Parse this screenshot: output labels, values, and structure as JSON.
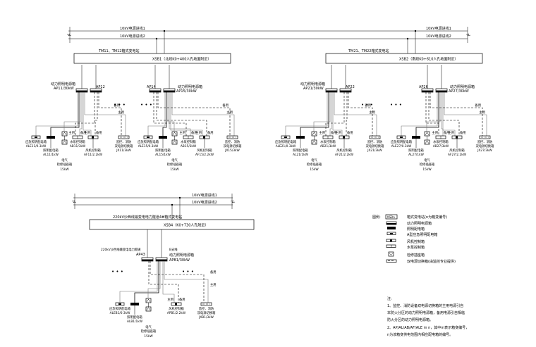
{
  "feeders": {
    "line1": "10kV电源进线1",
    "line2": "10kV电源进线2"
  },
  "stations": [
    {
      "id": "s1",
      "title": "TM11、TM12箱式变电站",
      "label": "XSB1（北段K0+400人孔地面附近）",
      "main_panel": {
        "name": "动力照明电源箱",
        "code": "AP11/30kW"
      },
      "spare_panel": {
        "code": "AP12"
      },
      "loads": {
        "emergency": {
          "name": "应急照明配电箱",
          "code": "ALE11/0.3kW"
        },
        "lighting": {
          "name": "照明配电箱",
          "code": "AL11/1kW"
        },
        "socket": {
          "name1": "电气",
          "name2": "检修插座箱",
          "code": "15kW"
        },
        "pump": {
          "name": "水泵控制箱",
          "code": "AB11/3kW"
        },
        "fan": {
          "name": "风机控制箱",
          "code": "AF11/2.2kW"
        },
        "switch": {
          "name1": "监控、消防",
          "name2": "双电源切换箱",
          "code": "JX11/3kW"
        }
      }
    },
    {
      "id": "s2",
      "title": "",
      "label": "",
      "main_panel": {
        "name": "动力照明电源箱",
        "code": "AP15/30kW"
      },
      "spare_panel": {
        "code": "AP14"
      },
      "loads": {
        "emergency": {
          "name": "应急照明配电箱",
          "code": "ALE15/0.3kW"
        },
        "lighting": {
          "name": "照明配电箱",
          "code": "AL15/1kW"
        },
        "socket": {
          "name1": "电气",
          "name2": "检修插座箱",
          "code": "15kW"
        },
        "pump": {
          "name": "水泵控制箱",
          "code": "AB15/3kW"
        },
        "fan": {
          "name": "风机控制箱",
          "code": "AF15/2.2kW"
        },
        "switch": {
          "name1": "监控、消防",
          "name2": "双电源切换箱",
          "code": "JX15/3kW"
        }
      }
    },
    {
      "id": "s3",
      "title": "TM21、TM22箱式变电站",
      "label": "XSB2（南段K0+610人孔地面附近）",
      "main_panel": {
        "name": "动力照明电源箱",
        "code": "AP21/30kW"
      },
      "spare_panel": {
        "code": "AP22"
      },
      "loads": {
        "emergency": {
          "name": "应急照明配电箱",
          "code": "ALE21/0.3kW"
        },
        "lighting": {
          "name": "照明配电箱",
          "code": "AL21/1kW"
        },
        "socket": {
          "name1": "电气",
          "name2": "检修插座箱",
          "code": "15kW"
        },
        "pump": {
          "name": "水泵控制箱",
          "code": "AB21/3kW"
        },
        "fan": {
          "name": "风机控制箱",
          "code": "AF21/2.2kW"
        },
        "switch": {
          "name1": "监控、消防",
          "name2": "双电源切换箱",
          "code": "JX21/3kW"
        }
      }
    },
    {
      "id": "s4",
      "title": "",
      "label": "",
      "main_panel": {
        "name": "动力照明电源箱",
        "code": "AP27/30kW"
      },
      "spare_panel": {
        "code": "AP26"
      },
      "loads": {
        "emergency": {
          "name": "应急照明配电箱",
          "code": "ALE27/0.3kW"
        },
        "lighting": {
          "name": "照明配电箱",
          "code": "AL27/1kW"
        },
        "socket": {
          "name1": "电气",
          "name2": "检修插座箱",
          "code": "15kW"
        },
        "pump": {
          "name": "水泵控制箱",
          "code": "AB27/3kW"
        },
        "fan": {
          "name": "风机控制箱",
          "code": "AF27/2.2kW"
        },
        "switch": {
          "name1": "监控、消防",
          "name2": "双电源切换箱",
          "code": "JX27/3kW"
        }
      }
    }
  ],
  "station_bottom": {
    "title": "220kV沙西线输变电电力隧道4#箱式变电站",
    "label": "XSB4（K0+730人孔附近）",
    "spare_panel": {
      "name": "220kV沙西线输变电电力隧道",
      "code": "AP43"
    },
    "branch_note": "B支线",
    "main_panel": {
      "name": "动力照明电源箱",
      "code": "APB1/30kW"
    },
    "loads": {
      "emergency": {
        "name": "应急照明配电箱",
        "code": "ALEB1/0.3kW"
      },
      "lighting": {
        "name": "照明配电箱",
        "code": "ALB1/1kW"
      },
      "socket": {
        "name1": "电气",
        "name2": "检修插座箱",
        "code": "15kW"
      },
      "fan": {
        "name": "风机控制箱",
        "code": "APB1/2.2kW"
      },
      "switch": {
        "name1": "监控、消防",
        "name2": "双电源切换箱",
        "code": "JXB1/3kW"
      }
    }
  },
  "wire_labels": {
    "main": "主用",
    "backup": "备用"
  },
  "ellipsis": "• • •",
  "legend": {
    "title": "图例:",
    "box_code": "XSBn",
    "items": [
      "箱式变电站(n为箱变编号)",
      "动力照明电源箱",
      "照明配电箱",
      "A型应急照明配电箱",
      "风机控制箱",
      "水泵控制箱",
      "检修插座箱",
      "双电源切换箱(由监控专业提供)"
    ]
  },
  "notes": {
    "title": "注:",
    "lines": [
      "1、监控、消防设备双电源切换箱的主用电源引自",
      "本防火分区的动力照明电源箱，备用电源引自相临",
      "防火分区的动力照明电源箱。",
      "2、AP/AL/AB/AF/ALE m n，其中m表示箱变编号，",
      "n为该箱变供电范围内相应配电箱的编号。"
    ]
  }
}
